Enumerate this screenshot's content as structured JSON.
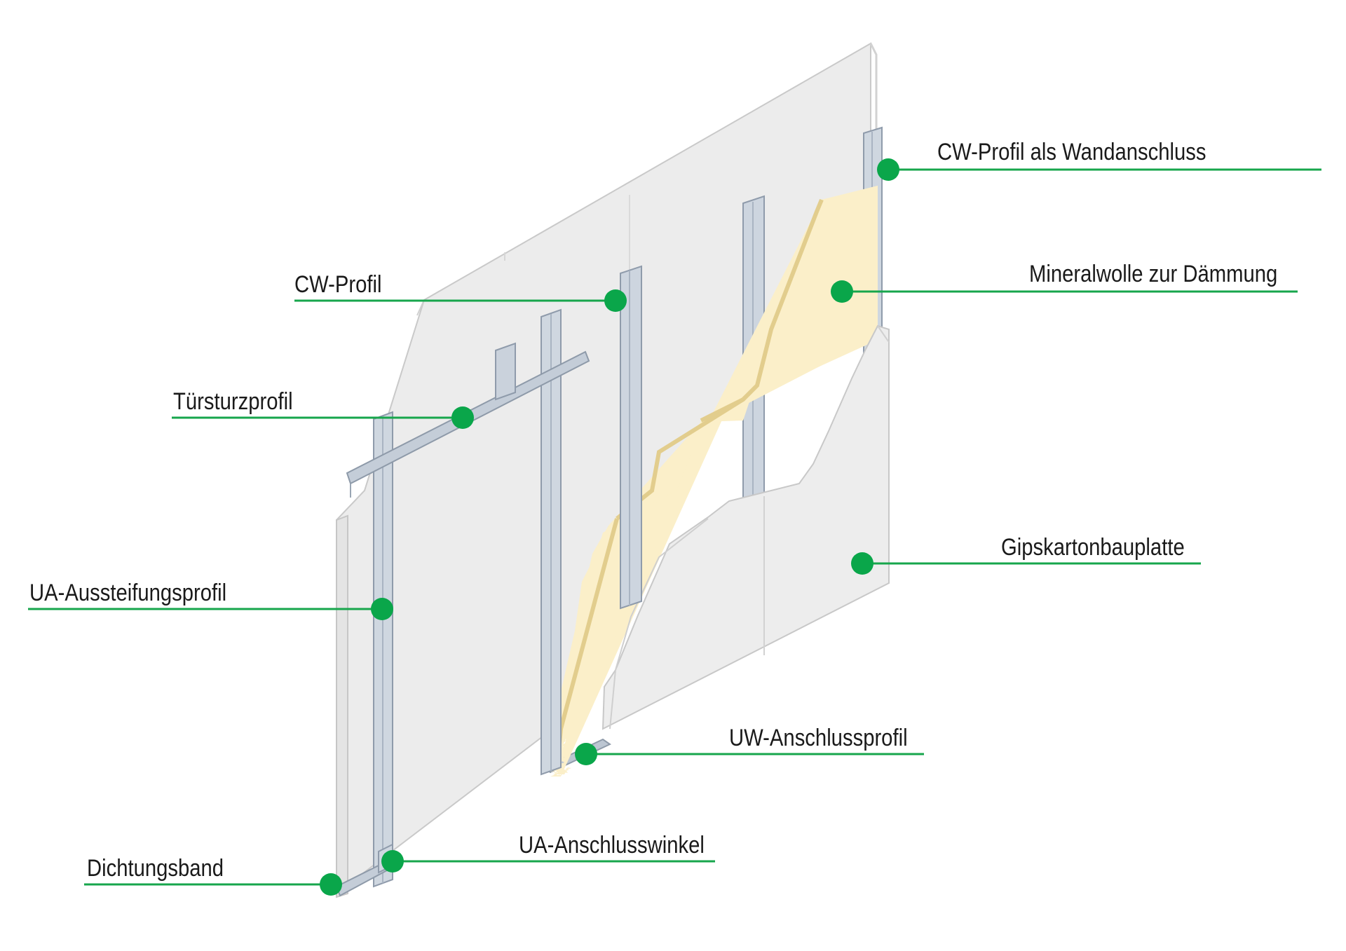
{
  "colors": {
    "accent_green": "#0aa64a",
    "line_green": "#17a64c",
    "board": "#ebebeb",
    "board_edge": "#cfcfcf",
    "insulation": "#fbefc9",
    "insulation_edge": "#e9d59a",
    "metal": "#c7d0db",
    "metal_dark": "#97a3b2"
  },
  "callouts": {
    "cw_wall": "CW-Profil als Wandanschluss",
    "mineral": "Mineralwolle zur Dämmung",
    "cw": "CW-Profil",
    "lintel": "Türsturzprofil",
    "gips": "Gipskartonbauplatte",
    "ua_stiff": "UA-Aussteifungsprofil",
    "uw": "UW-Anschlussprofil",
    "ua_angle": "UA-Anschlusswinkel",
    "seal": "Dichtungsband"
  }
}
